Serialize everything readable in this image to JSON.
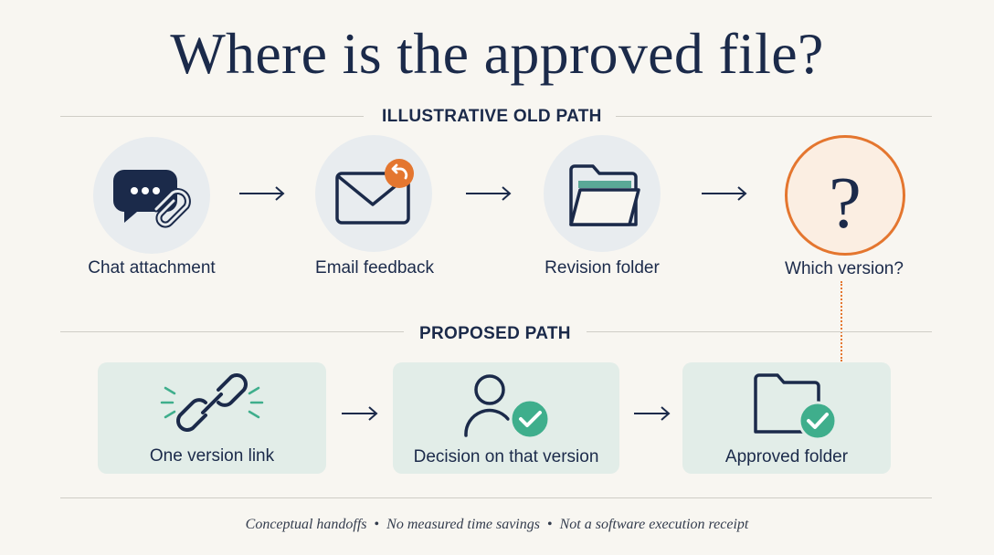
{
  "title": "Where is the approved file?",
  "old_path": {
    "label": "ILLUSTRATIVE OLD PATH",
    "steps": [
      {
        "label": "Chat attachment",
        "icon": "chat-attachment-icon"
      },
      {
        "label": "Email feedback",
        "icon": "email-reply-icon"
      },
      {
        "label": "Revision folder",
        "icon": "open-folder-icon"
      },
      {
        "label": "Which version?",
        "icon": "question-mark-icon"
      }
    ]
  },
  "proposed_path": {
    "label": "PROPOSED PATH",
    "steps": [
      {
        "label": "One version link",
        "icon": "link-icon"
      },
      {
        "label": "Decision on that version",
        "icon": "user-check-icon"
      },
      {
        "label": "Approved folder",
        "icon": "folder-check-icon"
      }
    ]
  },
  "footer": {
    "items": [
      "Conceptual handoffs",
      "No measured time savings",
      "Not a software execution receipt"
    ],
    "separator": "•"
  },
  "colors": {
    "navy": "#1b2a4a",
    "accent_orange": "#e4762f",
    "teal": "#3fae8c",
    "card_bg": "#e2ede8",
    "circle_bg": "#e8ecef"
  }
}
